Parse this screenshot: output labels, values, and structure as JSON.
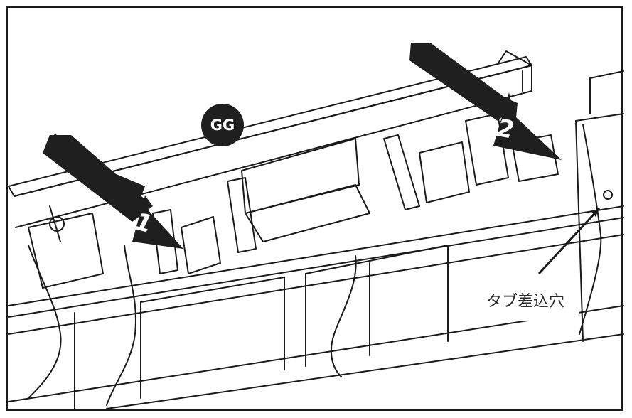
{
  "badge": {
    "label": "GG",
    "background": "#1f1f1f",
    "color": "#ffffff"
  },
  "steps": [
    {
      "number": "1"
    },
    {
      "number": "2"
    }
  ],
  "callout": {
    "label": "タブ差込穴"
  },
  "colors": {
    "line": "#1a1a1a",
    "arrow": "#1f1f1f",
    "background": "#ffffff"
  }
}
